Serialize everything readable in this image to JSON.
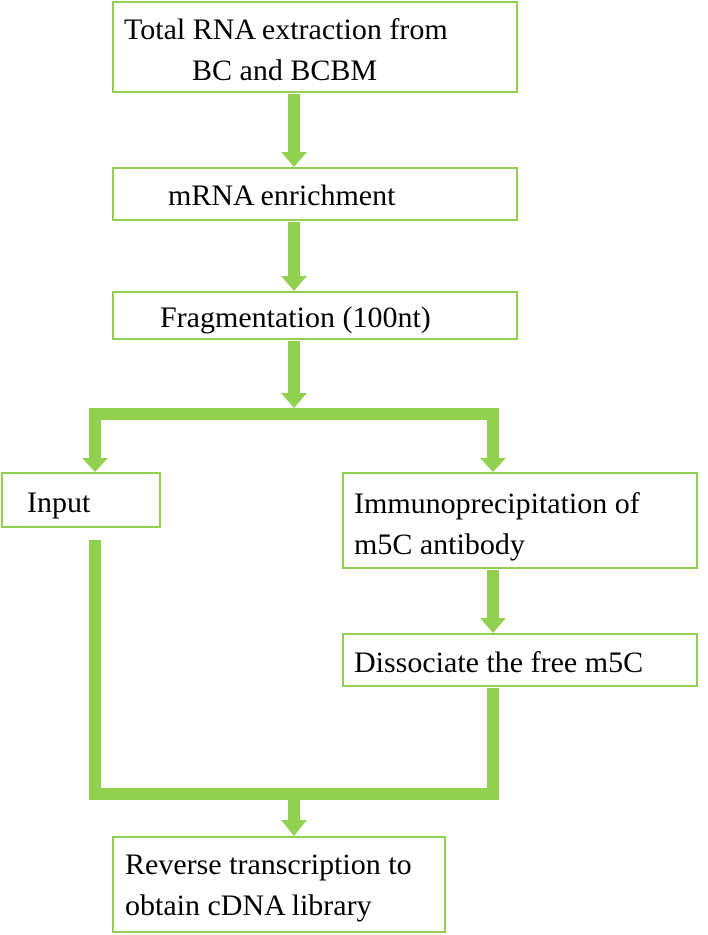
{
  "colors": {
    "accent": "#92d050",
    "text": "#000000",
    "background": "#ffffff"
  },
  "steps": {
    "extraction": {
      "lines": [
        "Total RNA extraction from",
        "BC and BCBM"
      ]
    },
    "enrichment": {
      "lines": [
        "mRNA enrichment"
      ]
    },
    "fragmentation": {
      "lines": [
        "Fragmentation (100nt)"
      ]
    },
    "input": {
      "lines": [
        "Input"
      ]
    },
    "immunoprecipitation": {
      "lines": [
        "Immunoprecipitation of",
        "m5C antibody"
      ]
    },
    "dissociate": {
      "lines": [
        "Dissociate the free m5C"
      ]
    },
    "reverse_transcription": {
      "lines": [
        "Reverse transcription to",
        "obtain cDNA library"
      ]
    }
  }
}
